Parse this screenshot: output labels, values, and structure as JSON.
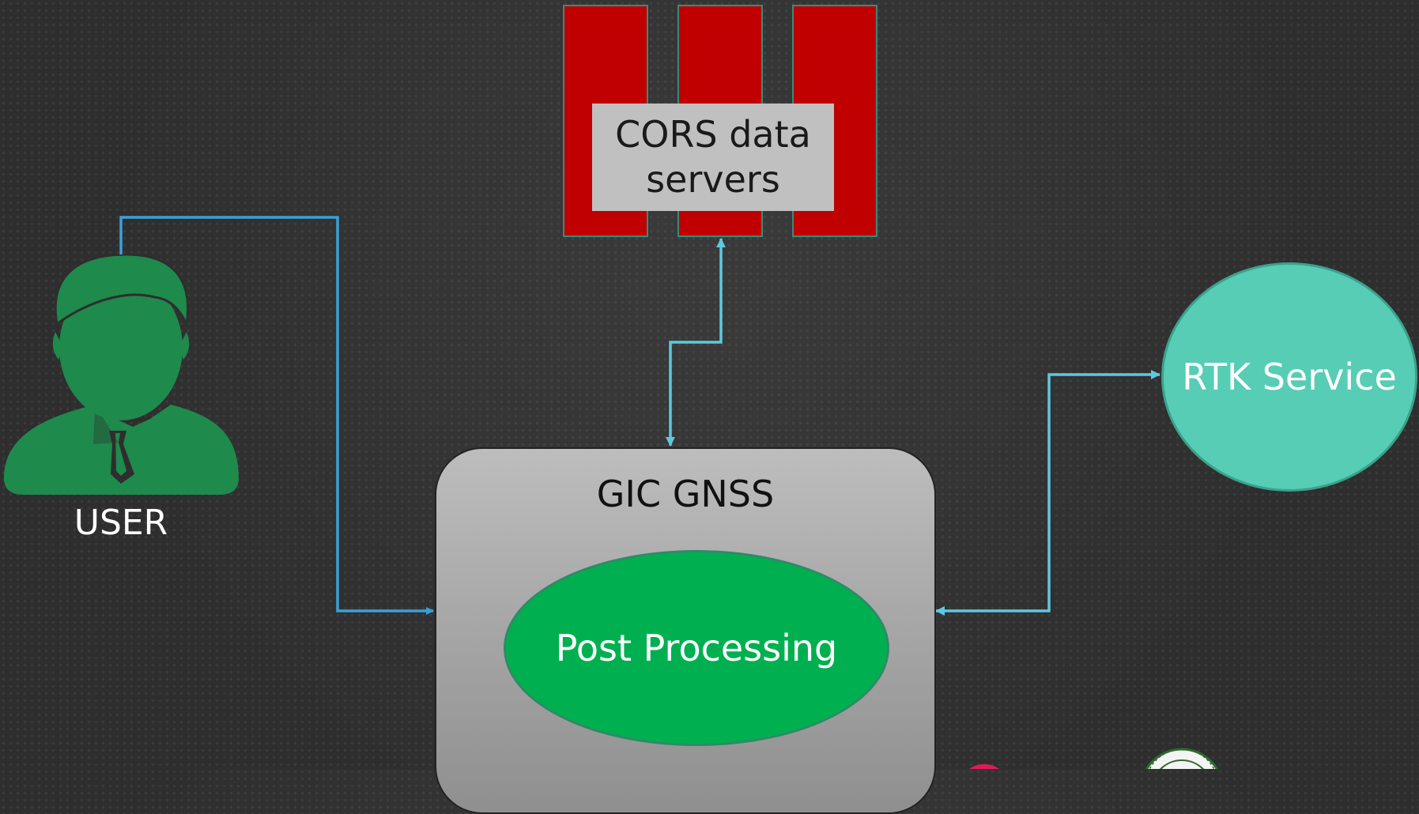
{
  "nodes": {
    "cors": {
      "label": "CORS data servers"
    },
    "gic": {
      "title": "GIC GNSS"
    },
    "post_processing": {
      "label": "Post Processing"
    },
    "rtk": {
      "label": "RTK Service"
    },
    "user": {
      "label": "USER"
    }
  },
  "colors": {
    "server_red": "#c00000",
    "user_green": "#1e8a4c",
    "post_green": "#00b050",
    "rtk_teal": "#56cdb4",
    "connector_blue": "#3aa0d8",
    "connector_cyan": "#5ec8e0"
  },
  "icons": [
    "user-icon",
    "server-icon",
    "logo-icon",
    "seal-icon"
  ]
}
